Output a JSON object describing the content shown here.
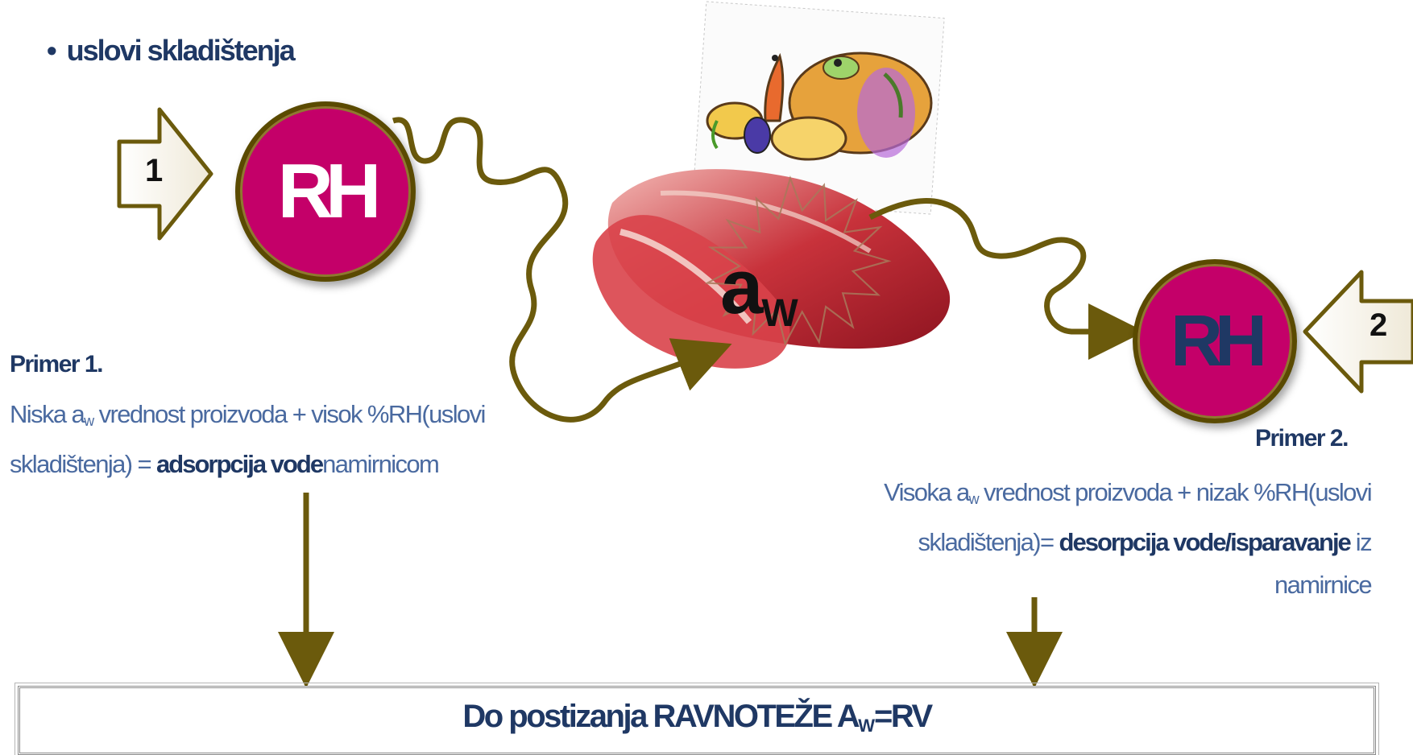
{
  "header": {
    "bullet": "•",
    "title": "uslovi skladištenja"
  },
  "rh_label": "RH",
  "arrows": {
    "left_number": "1",
    "right_number": "2"
  },
  "center": {
    "aw_main": "a",
    "aw_sub": "W"
  },
  "example1": {
    "heading": "Primer 1.",
    "line1_pre": "Niska a",
    "line1_sub": "w",
    "line1_post": " vrednost proizvoda + visok %RH(uslovi",
    "line2_pre": "skladištenja) = ",
    "line2_bold": "adsorpcija vode",
    "line2_post": "namirnicom"
  },
  "example2": {
    "heading": "Primer 2.",
    "line1_pre": "Visoka a",
    "line1_sub": "w",
    "line1_post": " vrednost proizvoda + nizak %RH(uslovi",
    "line2_pre": "skladištenja)= ",
    "line2_bold": "desorpcija vode/isparavanje",
    "line2_post": " iz",
    "line3": "namirnice"
  },
  "result": {
    "pre": "Do postizanja RAVNOTEŽE A",
    "sub": "W",
    "post": "=RV"
  },
  "colors": {
    "circle": "#c40069",
    "connector": "#6b5a0c",
    "heading_text": "#1f3864",
    "body_text": "#4a6aa0"
  }
}
